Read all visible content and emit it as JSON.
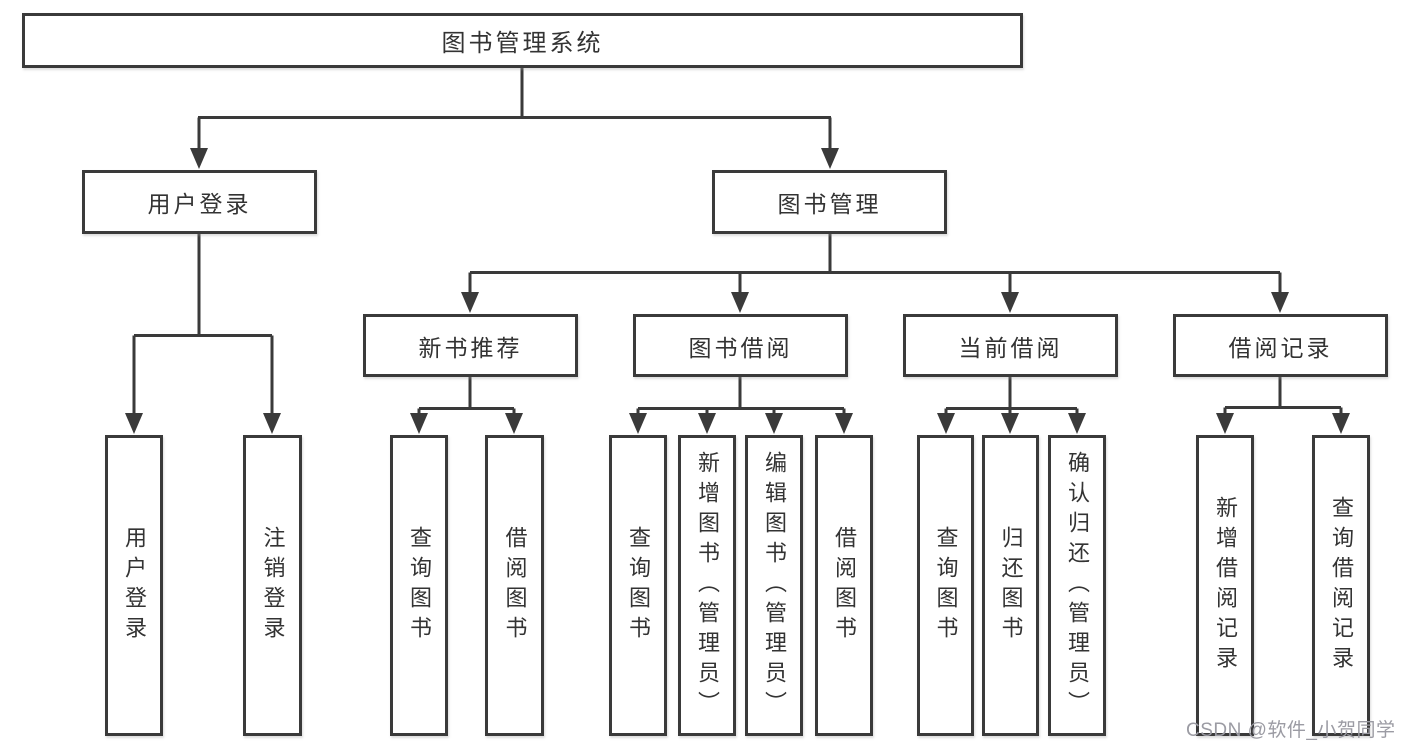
{
  "diagram": {
    "root": {
      "label": "图书管理系统"
    },
    "user_login": {
      "label": "用户登录",
      "leaves": [
        {
          "label": "用户登录"
        },
        {
          "label": "注销登录"
        }
      ]
    },
    "book_mgmt": {
      "label": "图书管理",
      "groups": [
        {
          "label": "新书推荐",
          "leaves": [
            {
              "label": "查询图书"
            },
            {
              "label": "借阅图书"
            }
          ]
        },
        {
          "label": "图书借阅",
          "leaves": [
            {
              "label": "查询图书"
            },
            {
              "label": "新增图书（管理员）"
            },
            {
              "label": "编辑图书（管理员）"
            },
            {
              "label": "借阅图书"
            }
          ]
        },
        {
          "label": "当前借阅",
          "leaves": [
            {
              "label": "查询图书"
            },
            {
              "label": "归还图书"
            },
            {
              "label": "确认归还（管理员）"
            }
          ]
        },
        {
          "label": "借阅记录",
          "leaves": [
            {
              "label": "新增借阅记录"
            },
            {
              "label": "查询借阅记录"
            }
          ]
        }
      ]
    }
  },
  "watermark": {
    "text": "CSDN @软件_小贺同学"
  },
  "colors": {
    "line": "#3a3a3a",
    "text": "#333333",
    "watermark": "#9b9ba3",
    "box_background": "#ffffff",
    "page_background": "#ffffff"
  }
}
